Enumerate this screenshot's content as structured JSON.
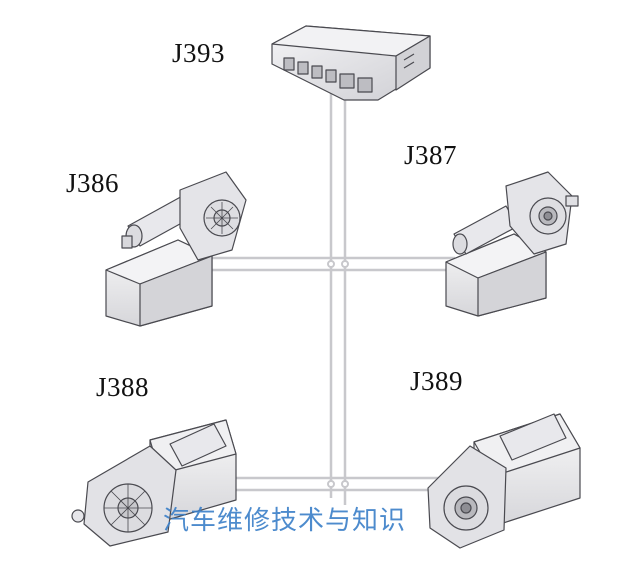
{
  "labels": {
    "j393": "J393",
    "j386": "J386",
    "j387": "J387",
    "j388": "J388",
    "j389": "J389"
  },
  "watermark": "汽车维修技术与知识",
  "colors": {
    "bus_line": "#c8c8cc",
    "component_fill": "#e6e6ea",
    "component_stroke": "#4a4a50",
    "watermark": "#3a7fc8"
  }
}
